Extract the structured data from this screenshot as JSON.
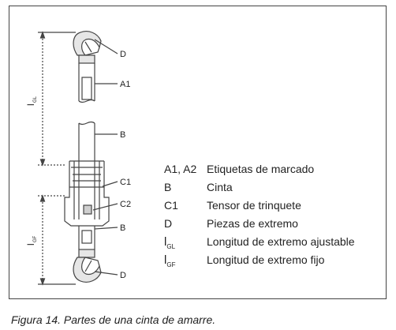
{
  "diagram_labels": {
    "d_top": "D",
    "a1": "A1",
    "b_upper": "B",
    "c1": "C1",
    "c2": "C2",
    "b_lower": "B",
    "d_bottom": "D",
    "dim_gl_main": "l",
    "dim_gl_sub": "GL",
    "dim_gf_main": "l",
    "dim_gf_sub": "GF"
  },
  "legend": [
    {
      "key": "A1, A2",
      "description": "Etiquetas de marcado"
    },
    {
      "key": "B",
      "description": "Cinta"
    },
    {
      "key": "C1",
      "description": "Tensor de trinquete"
    },
    {
      "key": "D",
      "description": "Piezas de extremo"
    },
    {
      "key_main": "l",
      "key_sub": "GL",
      "description": "Longitud de extremo ajustable"
    },
    {
      "key_main": "l",
      "key_sub": "GF",
      "description": "Longitud de extremo fijo"
    }
  ],
  "caption": "Figura 14. Partes de una cinta de amarre."
}
